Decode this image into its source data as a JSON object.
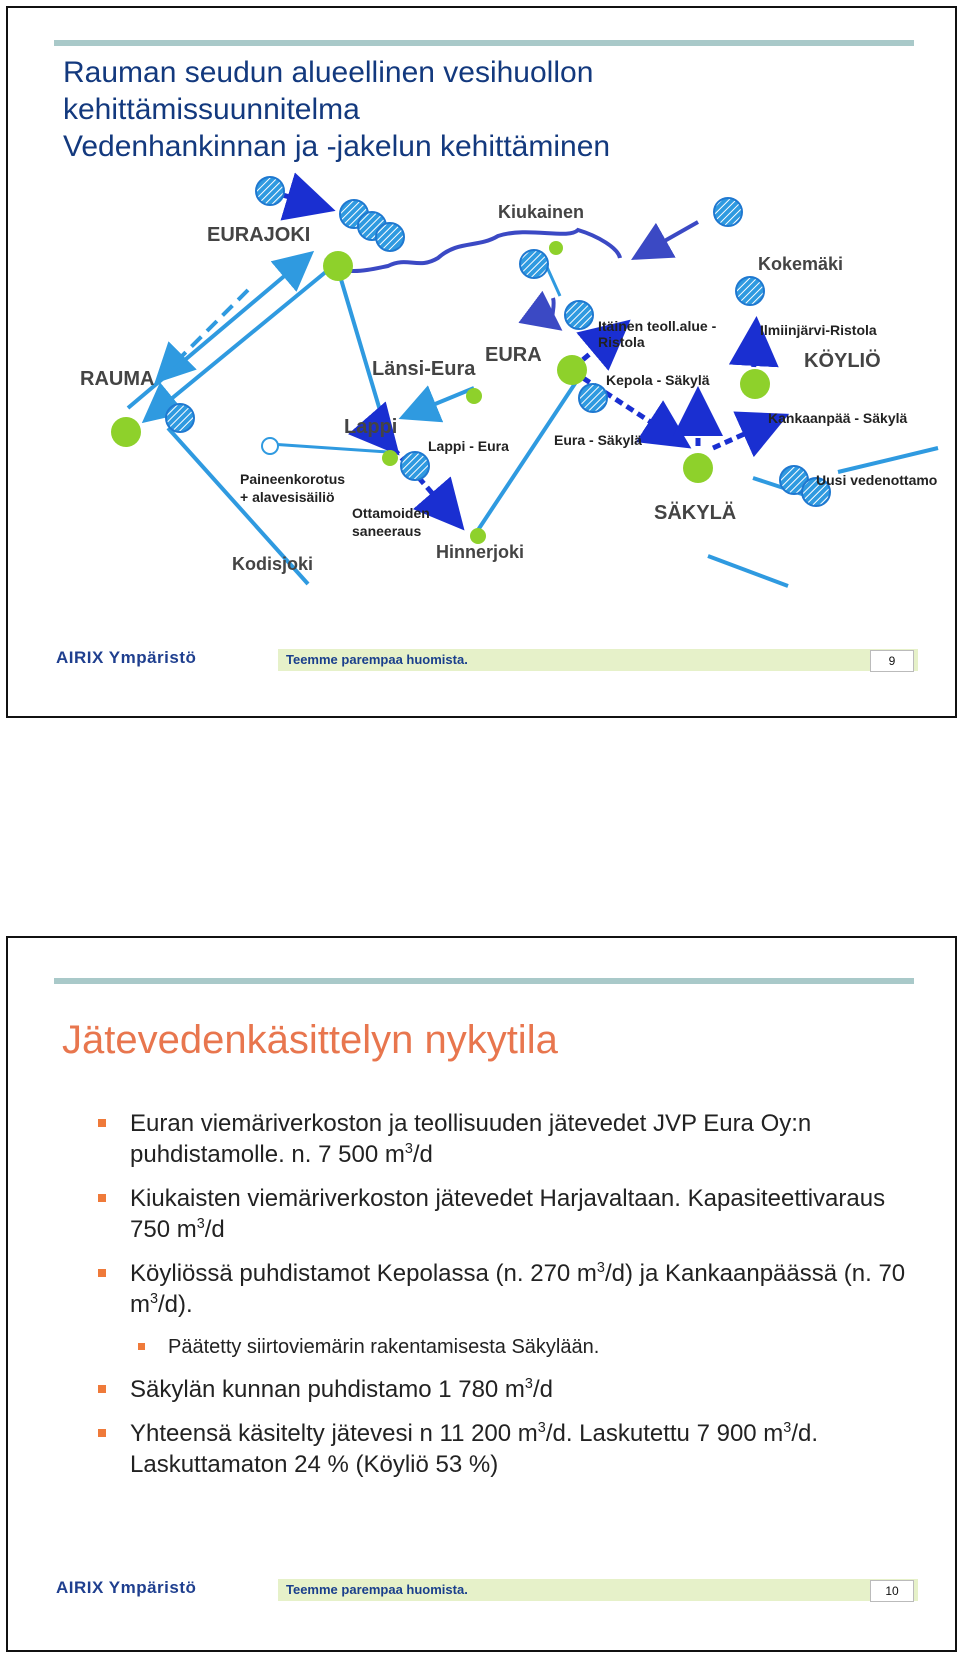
{
  "slide1": {
    "title_lines": [
      "Rauman seudun alueellinen vesihuollon",
      "kehittämissuunnitelma",
      "Vedenhankinnan ja -jakelun kehittäminen"
    ],
    "map_labels": {
      "eurajoki": "EURAJOKI",
      "kiukainen": "Kiukainen",
      "kokemaki": "Kokemäki",
      "rauma": "RAUMA",
      "lansi_eura": "Länsi-Eura",
      "eura": "EURA",
      "itainen_teoll": "Itäinen teoll.alue -\nRistola",
      "ilmiinjarvi": "Ilmiinjärvi-Ristola",
      "koylio": "KÖYLIÖ",
      "kepola": "Kepola - Säkylä",
      "lappi": "Lappi",
      "lappi_eura": "Lappi - Eura",
      "eura_sakyla": "Eura - Säkylä",
      "kankaanpaa": "Kankaanpää - Säkylä",
      "paineenkorotus": "Paineenkorotus\n+ alavesisäiliö",
      "ottamoiden": "Ottamoiden\nsaneeraus",
      "sakyla": "SÄKYLÄ",
      "uusi_vedenottamo": "Uusi vedenottamo",
      "hinnerjoki": "Hinnerjoki",
      "kodisjoki": "Kodisjoki"
    },
    "logo": "AIRIX Ympäristö",
    "footer_text": "Teemme parempaa huomista.",
    "page_number": "9"
  },
  "slide2": {
    "title": "Jätevedenkäsittelyn nykytila",
    "bullets": [
      {
        "pre": "Euran viemäriverkoston ja teollisuuden jätevedet JVP Eura Oy:n puhdistamolle. n. 7 500 m",
        "sup": "3",
        "post": "/d"
      },
      {
        "pre": "Kiukaisten viemäriverkoston jätevedet Harjavaltaan. Kapasiteettivaraus 750 m",
        "sup": "3",
        "post": "/d"
      },
      {
        "pre": "Köyliössä puhdistamot Kepolassa (n. 270 m",
        "sup": "3",
        "post": "/d) ja Kankaanpäässä (n. 70 m",
        "sup2": "3",
        "post2": "/d)."
      },
      {
        "pre": "Päätetty siirtoviemärin rakentamisesta Säkylään.",
        "sub": true
      },
      {
        "pre": "Säkylän kunnan puhdistamo 1 780 m",
        "sup": "3",
        "post": "/d"
      },
      {
        "pre": "Yhteensä käsitelty jätevesi n 11 200 m",
        "sup": "3",
        "post": "/d. Laskutettu 7 900 m",
        "sup2": "3",
        "post2": "/d. Laskuttamaton 24 % (Köyliö 53 %)"
      }
    ],
    "logo": "AIRIX Ympäristö",
    "footer_text": "Teemme parempaa huomista.",
    "page_number": "10"
  },
  "colors": {
    "title_blue": "#13397e",
    "title_orange": "#e8764e",
    "water_blue": "#2f9ae0",
    "river_blue": "#3b49c4",
    "pipe_dashed": "#1a2fd1",
    "node_green": "#8ed12b",
    "bullet_orange": "#ef7a3a",
    "footer_green": "#e6f1c9"
  }
}
